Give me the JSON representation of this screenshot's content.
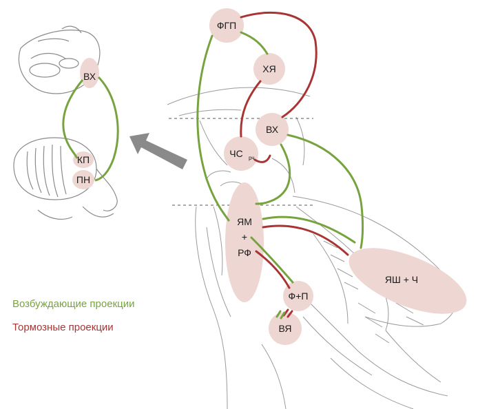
{
  "colors": {
    "excitatory": "#77a33f",
    "inhibitory": "#a83434",
    "node_fill": "#eed6d3",
    "sketch": "#9a9a9a",
    "arrow": "#8a8a8a"
  },
  "nodes": {
    "fgp": "ФГП",
    "khya": "ХЯ",
    "vkh": "ВХ",
    "chs_main": "ЧС",
    "chs_sub": "рч",
    "yam": "ЯМ",
    "plus": "+",
    "rf": "РФ",
    "fp": "Ф+П",
    "vya": "ВЯ",
    "yash": "ЯШ + Ч"
  },
  "inset": {
    "vkh": "ВХ",
    "kp": "КП",
    "pn": "ПН"
  },
  "legend": {
    "excitatory": "Возбуждающие проекции",
    "inhibitory": "Тормозные проекции"
  }
}
